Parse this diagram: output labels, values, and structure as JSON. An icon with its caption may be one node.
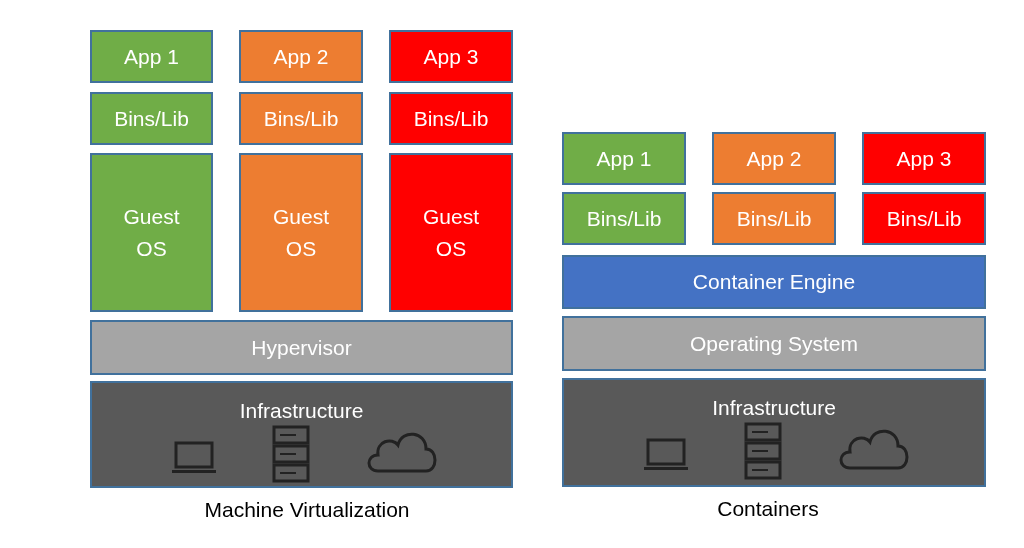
{
  "diagram": {
    "nodes": [
      {
        "text": [
          "App 1"
        ]
      },
      {
        "text": [
          "App 2"
        ]
      },
      {
        "text": [
          "App 3"
        ]
      },
      {
        "text": [
          "Bins/Lib"
        ]
      },
      {
        "text": [
          "Bins/Lib"
        ]
      },
      {
        "text": [
          "Bins/Lib"
        ]
      },
      {
        "text": [
          "Guest OS"
        ]
      },
      {
        "text": [
          "Guest OS"
        ]
      },
      {
        "text": [
          "Guest OS"
        ]
      },
      {
        "text": [
          "Hypervisor"
        ]
      },
      {
        "text": [
          "Infrastructure"
        ]
      },
      {
        "text": [
          "App 1"
        ]
      },
      {
        "text": [
          "App 2"
        ]
      },
      {
        "text": [
          "App 3"
        ]
      },
      {
        "text": [
          "Bins/Lib"
        ]
      },
      {
        "text": [
          "Bins/Lib"
        ]
      },
      {
        "text": [
          "Bins/Lib"
        ]
      },
      {
        "text": [
          "Container Engine"
        ]
      },
      {
        "text": [
          "Operating System"
        ]
      },
      {
        "text": [
          "Infrastructure"
        ]
      }
    ],
    "edges": [],
    "labels": [
      "Machine Virtualization",
      "Containers"
    ]
  }
}
